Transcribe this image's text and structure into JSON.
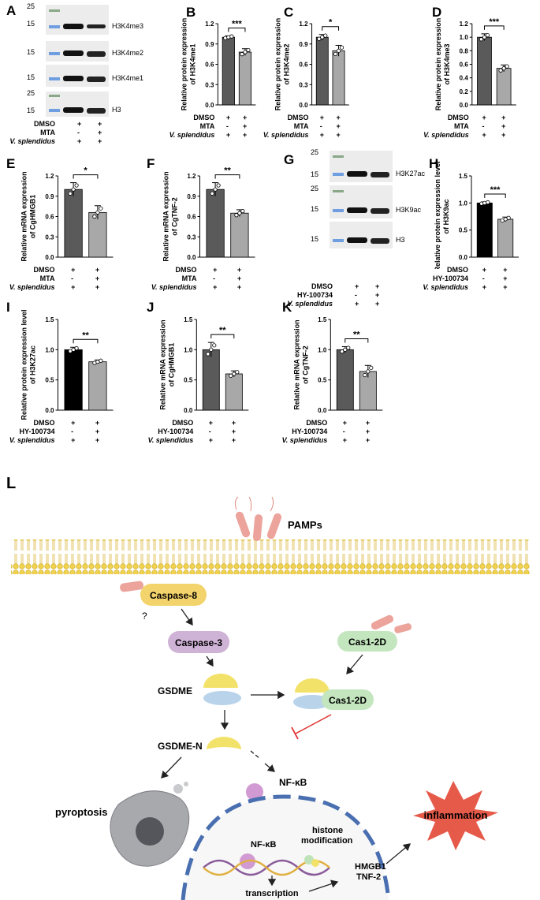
{
  "panels": {
    "A": {
      "label": "A",
      "markers": [
        "25",
        "15",
        "15",
        "15",
        "25",
        "15"
      ],
      "bands": [
        "H3K4me3",
        "H3K4me2",
        "H3K4me1",
        "H3"
      ],
      "conditions": [
        {
          "name": "DMSO",
          "vals": [
            "+",
            "+"
          ]
        },
        {
          "name": "MTA",
          "vals": [
            "-",
            "+"
          ]
        },
        {
          "name": "V. splendidus",
          "vals": [
            "+",
            "+"
          ]
        }
      ]
    },
    "G": {
      "label": "G",
      "markers": [
        "25",
        "15",
        "25",
        "15",
        "15"
      ],
      "bands": [
        "H3K27ac",
        "H3K9ac",
        "H3"
      ],
      "conditions": [
        {
          "name": "DMSO",
          "vals": [
            "+",
            "+"
          ]
        },
        {
          "name": "HY-100734",
          "vals": [
            "-",
            "+"
          ]
        },
        {
          "name": "V. splendidus",
          "vals": [
            "+",
            "+"
          ]
        }
      ]
    }
  },
  "chart_data": [
    {
      "id": "B",
      "type": "bar",
      "ylabel": "Relative protein expression of H3K4me1",
      "yticks": [
        "0.0",
        "0.3",
        "0.6",
        "0.9",
        "1.2"
      ],
      "ylim": [
        0,
        1.2
      ],
      "values": [
        1.0,
        0.78
      ],
      "errors": [
        0.02,
        0.05
      ],
      "sig": "***",
      "colors": [
        "#5a5a5a",
        "#a8a8a8"
      ],
      "conditions": [
        {
          "name": "DMSO",
          "vals": [
            "+",
            "+"
          ]
        },
        {
          "name": "MTA",
          "vals": [
            "-",
            "+"
          ]
        },
        {
          "name": "V. splendidus",
          "vals": [
            "+",
            "+"
          ]
        }
      ]
    },
    {
      "id": "C",
      "type": "bar",
      "ylabel": "Relative protein expression of H3K4me2",
      "yticks": [
        "0.0",
        "0.3",
        "0.6",
        "0.9",
        "1.2"
      ],
      "ylim": [
        0,
        1.2
      ],
      "values": [
        1.0,
        0.8
      ],
      "errors": [
        0.04,
        0.08
      ],
      "sig": "*",
      "colors": [
        "#5a5a5a",
        "#a8a8a8"
      ],
      "conditions": [
        {
          "name": "DMSO",
          "vals": [
            "+",
            "+"
          ]
        },
        {
          "name": "MTA",
          "vals": [
            "-",
            "+"
          ]
        },
        {
          "name": "V. splendidus",
          "vals": [
            "+",
            "+"
          ]
        }
      ]
    },
    {
      "id": "D",
      "type": "bar",
      "ylabel": "Relative protein expression of H3K4me3",
      "yticks": [
        "0.0",
        "0.2",
        "0.4",
        "0.6",
        "0.8",
        "1.0",
        "1.2"
      ],
      "ylim": [
        0,
        1.2
      ],
      "values": [
        1.0,
        0.54
      ],
      "errors": [
        0.05,
        0.05
      ],
      "sig": "***",
      "colors": [
        "#5a5a5a",
        "#a8a8a8"
      ],
      "conditions": [
        {
          "name": "DMSO",
          "vals": [
            "+",
            "+"
          ]
        },
        {
          "name": "MTA",
          "vals": [
            "-",
            "+"
          ]
        },
        {
          "name": "V. splendidus",
          "vals": [
            "+",
            "+"
          ]
        }
      ]
    },
    {
      "id": "E",
      "type": "bar",
      "ylabel": "Relative mRNA expression of CgHMGB1",
      "yticks": [
        "0.0",
        "0.3",
        "0.6",
        "0.9",
        "1.2"
      ],
      "ylim": [
        0,
        1.2
      ],
      "values": [
        1.0,
        0.66
      ],
      "errors": [
        0.1,
        0.1
      ],
      "sig": "*",
      "colors": [
        "#5a5a5a",
        "#a8a8a8"
      ],
      "conditions": [
        {
          "name": "DMSO",
          "vals": [
            "+",
            "+"
          ]
        },
        {
          "name": "MTA",
          "vals": [
            "-",
            "+"
          ]
        },
        {
          "name": "V. splendidus",
          "vals": [
            "+",
            "+"
          ]
        }
      ]
    },
    {
      "id": "F",
      "type": "bar",
      "ylabel": "Relative mRNA expression of CgTNF-2",
      "yticks": [
        "0.0",
        "0.3",
        "0.6",
        "0.9",
        "1.2"
      ],
      "ylim": [
        0,
        1.2
      ],
      "values": [
        1.0,
        0.65
      ],
      "errors": [
        0.1,
        0.05
      ],
      "sig": "**",
      "colors": [
        "#5a5a5a",
        "#a8a8a8"
      ],
      "conditions": [
        {
          "name": "DMSO",
          "vals": [
            "+",
            "+"
          ]
        },
        {
          "name": "MTA",
          "vals": [
            "-",
            "+"
          ]
        },
        {
          "name": "V. splendidus",
          "vals": [
            "+",
            "+"
          ]
        }
      ]
    },
    {
      "id": "H",
      "type": "bar",
      "ylabel": "Relative protein expression level of H3K9ac",
      "yticks": [
        "0.0",
        "0.5",
        "1.0",
        "1.5"
      ],
      "ylim": [
        0,
        1.5
      ],
      "values": [
        1.0,
        0.7
      ],
      "errors": [
        0.02,
        0.04
      ],
      "sig": "***",
      "colors": [
        "#000000",
        "#a8a8a8"
      ],
      "conditions": [
        {
          "name": "DMSO",
          "vals": [
            "+",
            "+"
          ]
        },
        {
          "name": "HY-100734",
          "vals": [
            "-",
            "+"
          ]
        },
        {
          "name": "V. splendidus",
          "vals": [
            "+",
            "+"
          ]
        }
      ]
    },
    {
      "id": "I",
      "type": "bar",
      "ylabel": "Relative protein expression level of H3K27ac",
      "yticks": [
        "0.0",
        "0.5",
        "1.0",
        "1.5"
      ],
      "ylim": [
        0,
        1.5
      ],
      "values": [
        1.0,
        0.8
      ],
      "errors": [
        0.04,
        0.03
      ],
      "sig": "**",
      "colors": [
        "#000000",
        "#a8a8a8"
      ],
      "conditions": [
        {
          "name": "DMSO",
          "vals": [
            "+",
            "+"
          ]
        },
        {
          "name": "HY-100734",
          "vals": [
            "-",
            "+"
          ]
        },
        {
          "name": "V. splendidus",
          "vals": [
            "+",
            "+"
          ]
        }
      ]
    },
    {
      "id": "J",
      "type": "bar",
      "ylabel": "Relative mRNA expression of CgHMGB1",
      "yticks": [
        "0.0",
        "0.5",
        "1.0",
        "1.5"
      ],
      "ylim": [
        0,
        1.5
      ],
      "values": [
        1.0,
        0.6
      ],
      "errors": [
        0.12,
        0.05
      ],
      "sig": "**",
      "colors": [
        "#5a5a5a",
        "#a8a8a8"
      ],
      "conditions": [
        {
          "name": "DMSO",
          "vals": [
            "+",
            "+"
          ]
        },
        {
          "name": "HY-100734",
          "vals": [
            "-",
            "+"
          ]
        },
        {
          "name": "V. splendidus",
          "vals": [
            "+",
            "+"
          ]
        }
      ]
    },
    {
      "id": "K",
      "type": "bar",
      "ylabel": "Relative mRNA expression of CgTNF-2",
      "yticks": [
        "0.0",
        "0.5",
        "1.0",
        "1.5"
      ],
      "ylim": [
        0,
        1.5
      ],
      "values": [
        1.0,
        0.64
      ],
      "errors": [
        0.05,
        0.1
      ],
      "sig": "**",
      "colors": [
        "#5a5a5a",
        "#a8a8a8"
      ],
      "conditions": [
        {
          "name": "DMSO",
          "vals": [
            "+",
            "+"
          ]
        },
        {
          "name": "HY-100734",
          "vals": [
            "-",
            "+"
          ]
        },
        {
          "name": "V. splendidus",
          "vals": [
            "+",
            "+"
          ]
        }
      ]
    }
  ],
  "diagram": {
    "label": "L",
    "pamps": "PAMPs",
    "caspase8": "Caspase-8",
    "question": "?",
    "caspase3": "Caspase-3",
    "cas1_2d": "Cas1-2D",
    "gsdme": "GSDME",
    "cas1_2d_bound": "Cas1-2D",
    "gsdme_n": "GSDME-N",
    "nfkb": "NF-κB",
    "nfkb_nucleus": "NF-κB",
    "histone": "histone modification",
    "pyroptosis": "pyroptosis",
    "inflammation": "inflammation",
    "transcription": "transcription",
    "hmgb1": "HMGB1",
    "tnf2": "TNF-2"
  }
}
